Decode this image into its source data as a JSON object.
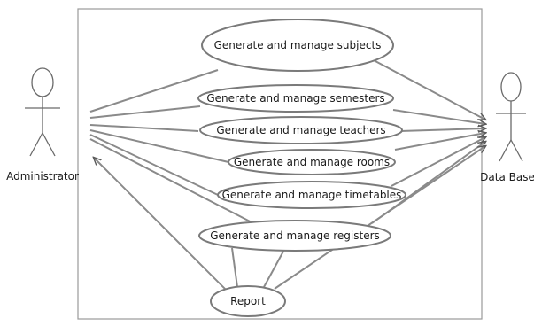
{
  "actors": {
    "left": {
      "label": "Administrator"
    },
    "right": {
      "label": "Data Base"
    }
  },
  "use_cases": [
    {
      "label": "Generate and manage subjects"
    },
    {
      "label": "Generate and manage semesters"
    },
    {
      "label": "Generate and manage teachers"
    },
    {
      "label": "Generate and manage rooms"
    },
    {
      "label": "Generate and manage timetables"
    },
    {
      "label": "Generate and manage registers"
    },
    {
      "label": "Report"
    }
  ],
  "colors": {
    "line": "#8a8a8a",
    "ellipse_stroke": "#7a7a7a",
    "actor": "#6a6a6a"
  }
}
